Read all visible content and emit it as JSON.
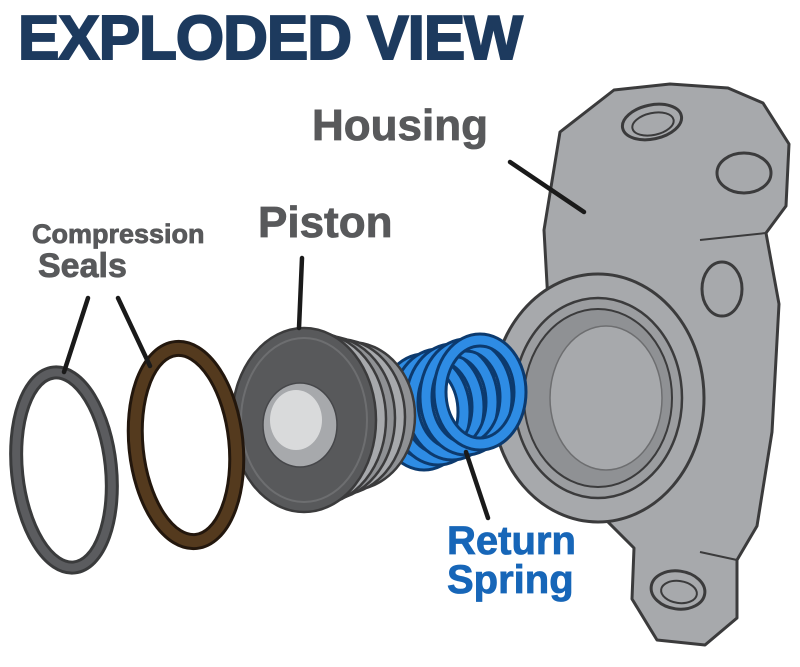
{
  "title": "EXPLODED VIEW",
  "diagram": {
    "labels": {
      "housing": "Housing",
      "compression_seals_line1": "Compression",
      "compression_seals_line2": "Seals",
      "piston": "Piston",
      "return_spring_line1": "Return",
      "return_spring_line2": "Spring"
    },
    "parts": [
      {
        "name": "compression-seal-gray",
        "color": "#55565a"
      },
      {
        "name": "compression-seal-brown",
        "color": "#543a1e"
      },
      {
        "name": "piston",
        "color": "#58595b"
      },
      {
        "name": "return-spring",
        "color": "#2e8ce4"
      },
      {
        "name": "housing",
        "color": "#a7a9ac"
      }
    ],
    "colors": {
      "title_text": "#1d3a5e",
      "label_gray": "#58595b",
      "label_blue": "#1766b8",
      "leader_line": "#1a1a1a",
      "outline": "#3b3b3c"
    }
  }
}
